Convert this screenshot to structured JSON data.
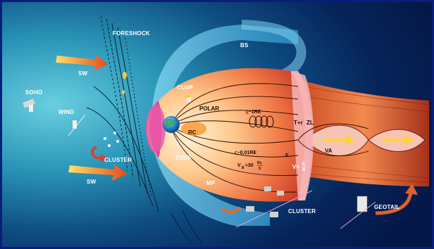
{
  "labels": {
    "foreshock": "FORESHOCK",
    "bs": "BS",
    "sw_top": "SW",
    "sw_bottom": "SW",
    "soho": "SOHO",
    "wind": "WIND",
    "cluster_left": "CLUSTER",
    "cusp_top": "CUSP",
    "cusp_bottom": "CUSP",
    "polar": "POLAR",
    "rc": "RC",
    "tail_far": "T+r",
    "zl": "ZL",
    "va": "VA",
    "s1re": "ς~1RE",
    "s001re": "ς~0.01RE",
    "vb": "V",
    "vb_sub": "B",
    "vb_approx": "≈30",
    "vb_frac_top": "Re",
    "vb_frac_bottom": "S",
    "e_label": "E",
    "veb_v": "V=",
    "veb_e": "E",
    "veb_b": "B",
    "mp": "MP",
    "cluster_bottom": "CLUSTER",
    "geotail": "GEOTAIL"
  },
  "colors": {
    "background": "#0b1d7a",
    "solar_wind_arrow": "#e8641c",
    "magnetosphere_core": "#ffe2b0",
    "magnetosphere_edge": "#e05030",
    "earth": "#2a8ad0",
    "cusp": "#e04898",
    "bow_shock": "#6ecbea"
  }
}
